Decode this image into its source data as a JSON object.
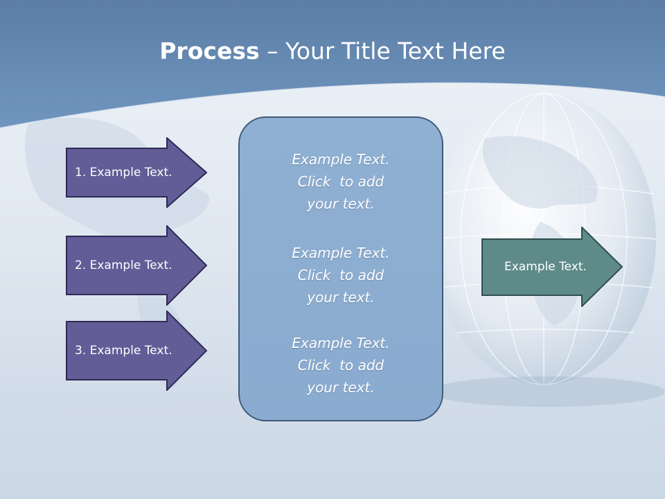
{
  "slide": {
    "title_bold": "Process",
    "title_rest": " – Your Title Text Here",
    "left_arrows": [
      {
        "label": "1. Example Text."
      },
      {
        "label": "2. Example Text."
      },
      {
        "label": "3. Example Text."
      }
    ],
    "center_blocks": [
      {
        "line1": "Example Text.",
        "line2": "Click  to add",
        "line3": "your text."
      },
      {
        "line1": "Example Text.",
        "line2": "Click  to add",
        "line3": "your text."
      },
      {
        "line1": "Example Text.",
        "line2": "Click  to add",
        "line3": "your text."
      }
    ],
    "right_arrow": {
      "label": "Example Text."
    }
  },
  "colors": {
    "header": "#6a8db5",
    "left_arrow_fill": "#625c97",
    "left_arrow_border": "#2e2a55",
    "center_fill": "#8dadd0",
    "center_border": "#3e5a7a",
    "right_arrow_fill": "#5f8a8a",
    "right_arrow_border": "#2f4d4d"
  }
}
